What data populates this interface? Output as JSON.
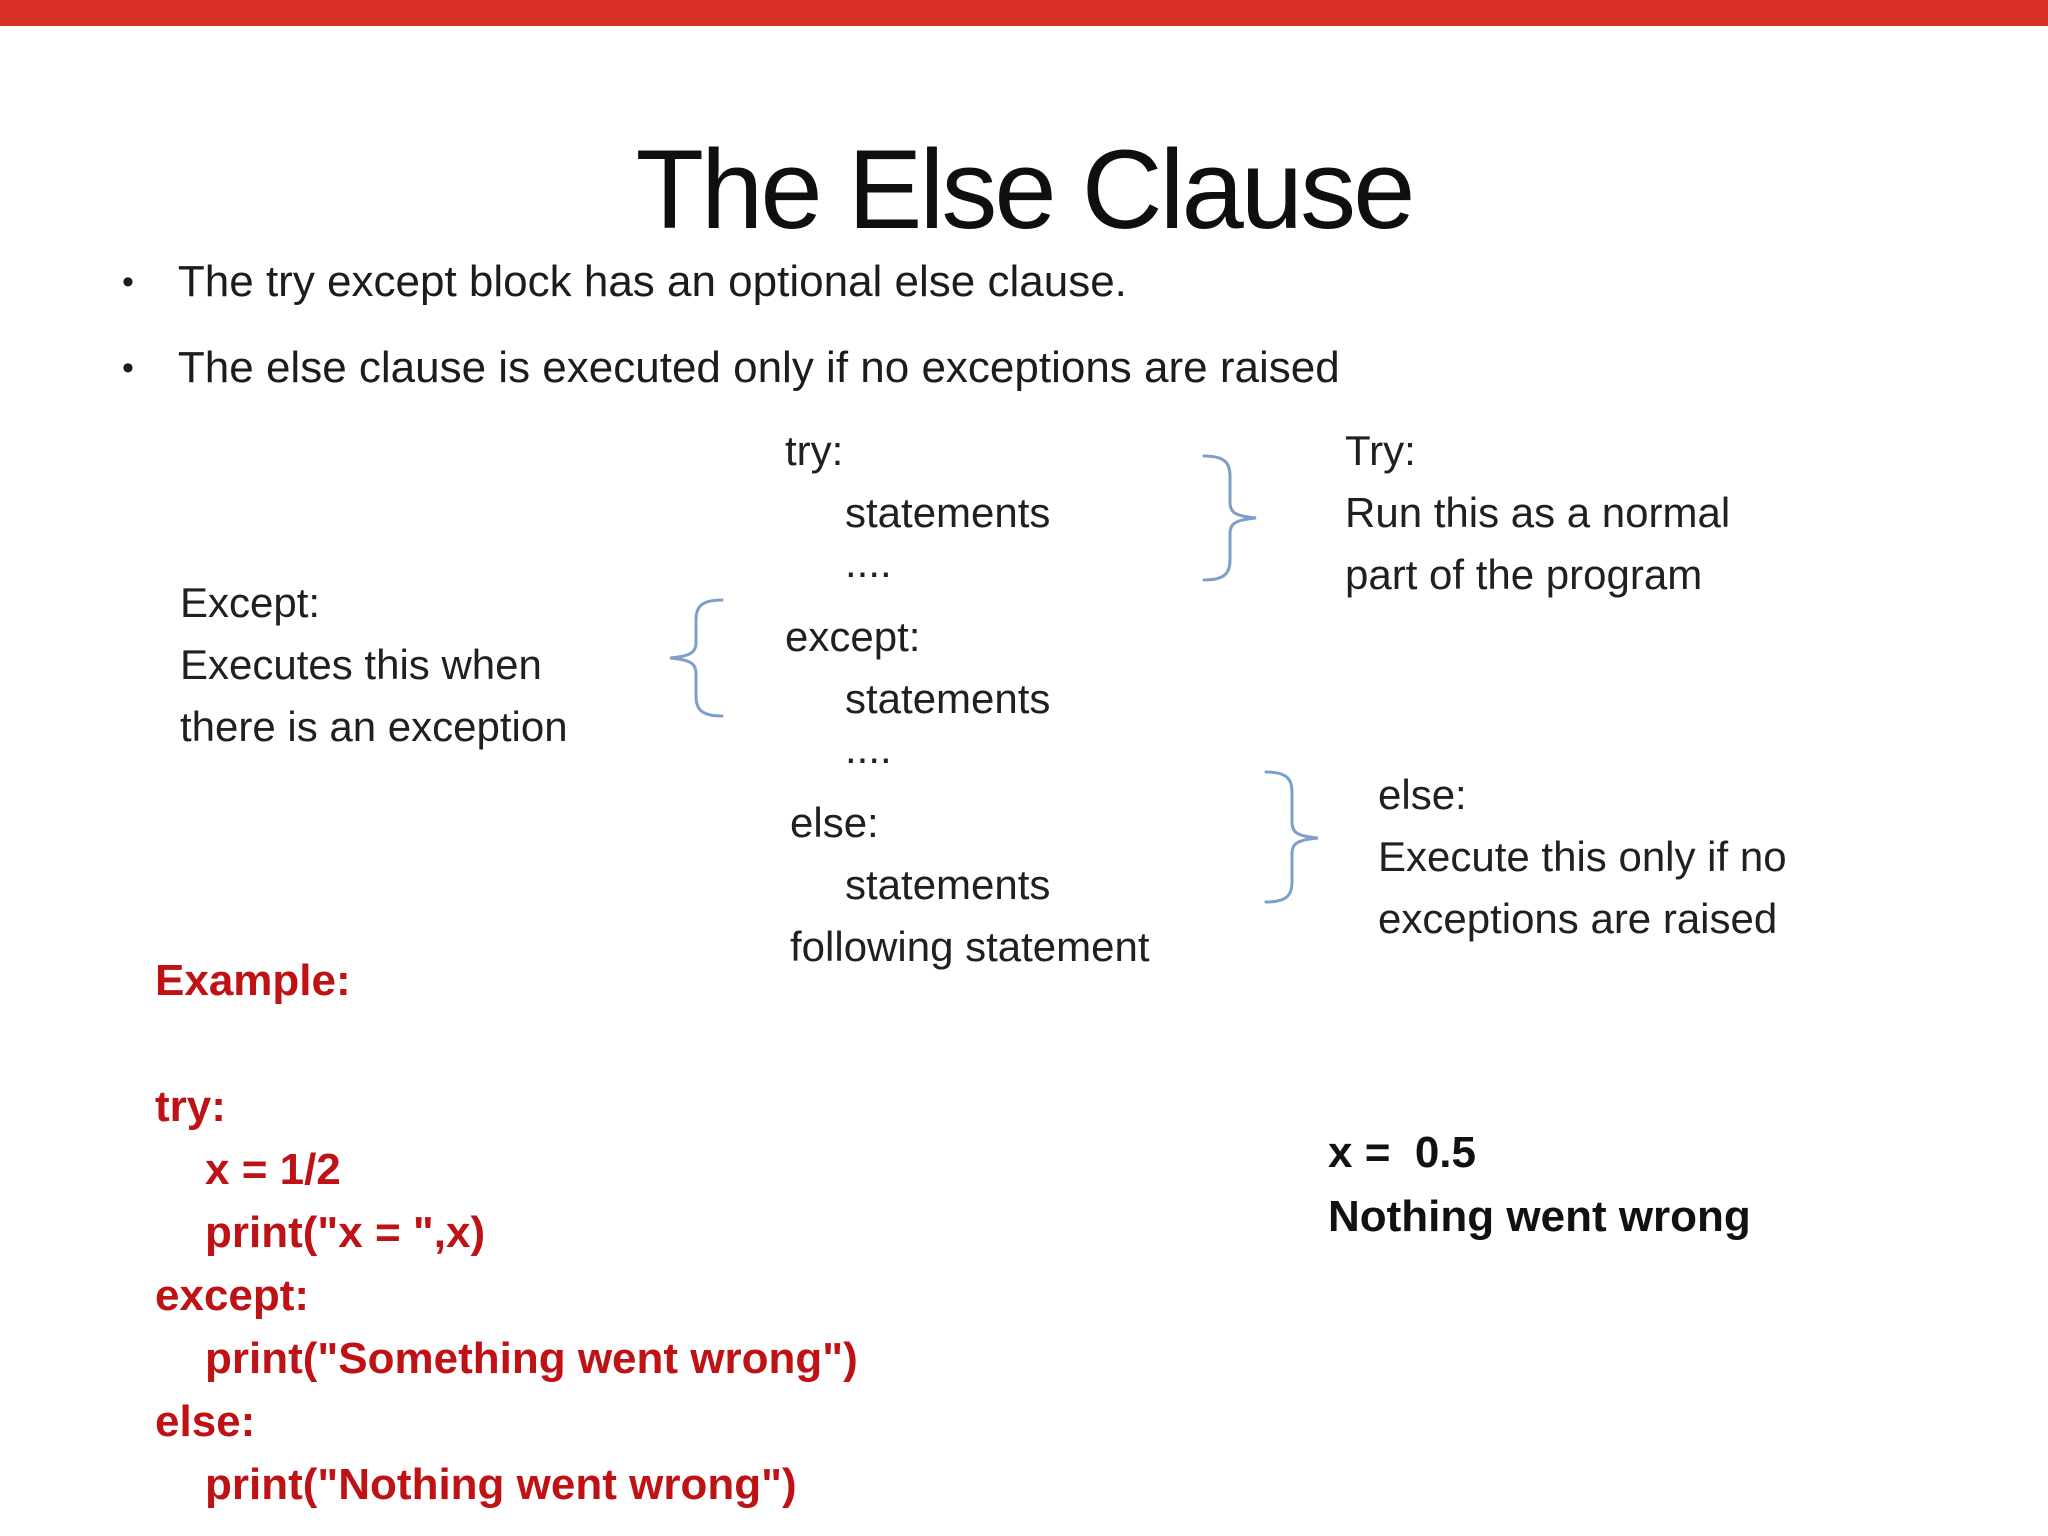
{
  "slide": {
    "title": "The Else Clause",
    "bullet_glyph": "•",
    "bullets": [
      "The try except block has an optional else clause.",
      "The else clause is executed only if no exceptions are raised"
    ]
  },
  "top_bar": {
    "color": "#d93026"
  },
  "colors": {
    "background": "#ffffff",
    "text": "#1c1c1c",
    "code_red": "#be1215",
    "brace_blue": "#7e9fc8"
  },
  "diagram": {
    "code_lines": [
      "try:",
      "statements",
      "....",
      "except:",
      "statements",
      "....",
      "else:",
      "statements",
      "following statement"
    ],
    "try_annotation": [
      "Try:",
      "Run this as a normal",
      "part of the program"
    ],
    "except_annotation": [
      "Except:",
      "Executes this when",
      "there is an exception"
    ],
    "else_annotation": [
      "else:",
      "Execute this only if no",
      "exceptions are raised"
    ]
  },
  "example": {
    "label": "Example:",
    "code_lines": [
      "try:",
      "x = 1/2",
      "print(\"x = \",x)",
      "except:",
      "print(\"Something went wrong\")",
      "else:",
      "print(\"Nothing went wrong\")"
    ],
    "output_lines": [
      "x =  0.5",
      "Nothing went wrong"
    ]
  }
}
